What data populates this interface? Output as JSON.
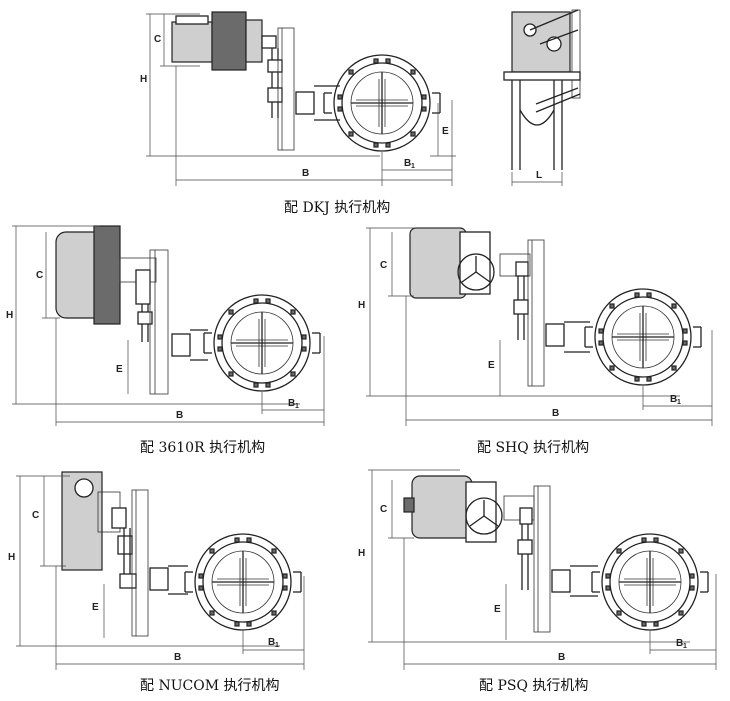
{
  "captions": {
    "dkj": "配 DKJ 执行机构",
    "r3610": "配 3610R 执行机构",
    "shq": "配 SHQ 执行机构",
    "nucom": "配 NUCOM 执行机构",
    "psq": "配 PSQ 执行机构"
  },
  "dimension_labels": {
    "h": "H",
    "c": "C",
    "b": "B",
    "b1": "B",
    "b1_sub": "1",
    "e": "E",
    "l": "L"
  }
}
